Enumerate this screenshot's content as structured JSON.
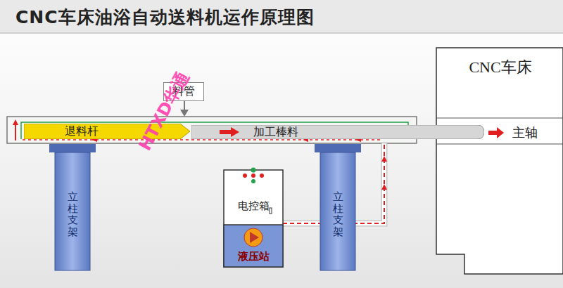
{
  "diagram": {
    "title": "CNC车床油浴自动送料机运作原理图",
    "nodes": [
      {
        "text": [
          "料管"
        ]
      },
      {
        "text": [
          "CNC车床"
        ]
      },
      {
        "text": [
          "退料杆"
        ]
      },
      {
        "text": [
          "加工棒料"
        ]
      },
      {
        "text": [
          "立柱支架"
        ]
      },
      {
        "text": [
          "电控箱"
        ]
      },
      {
        "text": [
          "液压站"
        ]
      },
      {
        "text": [
          "立柱支架"
        ]
      }
    ],
    "labels": [
      "主轴",
      "HTXD华通"
    ]
  }
}
